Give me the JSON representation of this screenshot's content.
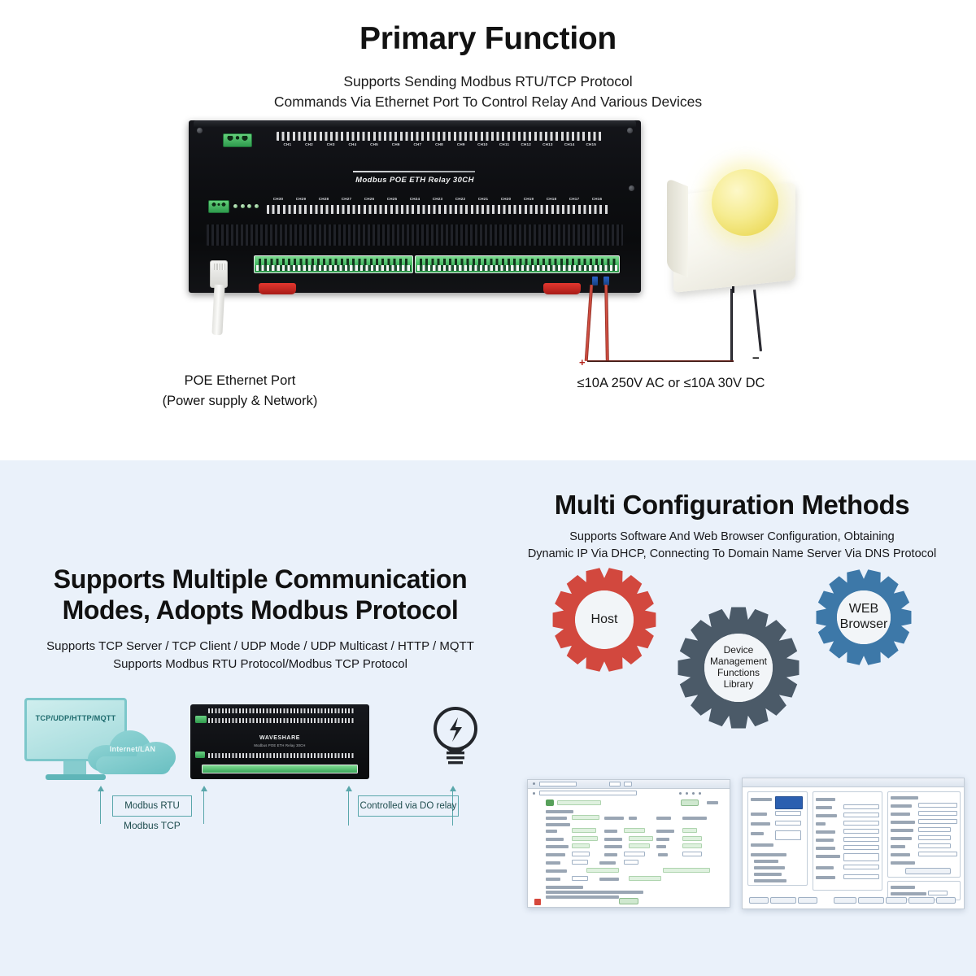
{
  "section_primary": {
    "heading": "Primary Function",
    "subtitle_line1": "Supports Sending Modbus RTU/TCP Protocol",
    "subtitle_line2": "Commands Via Ethernet Port To Control Relay And Various Devices",
    "device": {
      "silkscreen": "Modbus POE ETH Relay 30CH",
      "top_channels": [
        "CH1",
        "CH2",
        "CH3",
        "CH4",
        "CH5",
        "CH6",
        "CH7",
        "CH8",
        "CH9",
        "CH10",
        "CH11",
        "CH12",
        "CH13",
        "CH14",
        "CH15"
      ],
      "bottom_channels": [
        "CH30",
        "CH29",
        "CH28",
        "CH27",
        "CH26",
        "CH25",
        "CH24",
        "CH23",
        "CH22",
        "CH21",
        "CH20",
        "CH19",
        "CH18",
        "CH17",
        "CH16"
      ]
    },
    "callout_left_line1": "POE Ethernet Port",
    "callout_left_line2": "(Power supply & Network)",
    "callout_right": "≤10A 250V AC or ≤10A 30V DC",
    "polarity_plus": "+",
    "polarity_minus": "−"
  },
  "section_communication": {
    "heading_line1": "Supports Multiple Communication",
    "heading_line2": "Modes, Adopts Modbus Protocol",
    "subtitle_line1": "Supports TCP Server / TCP Client / UDP Mode / UDP Multicast / HTTP / MQTT",
    "subtitle_line2": "Supports Modbus RTU Protocol/Modbus TCP Protocol",
    "diagram": {
      "monitor_label": "TCP/UDP/HTTP/MQTT",
      "cloud_label": "Internet/LAN",
      "device_logo": "WAVESHARE",
      "device_sub": "Modbus POE ETH Relay 30CH",
      "link_left_boxed": "Modbus RTU",
      "link_left_plain": "Modbus TCP",
      "link_right_boxed": "Controlled via DO relay"
    }
  },
  "section_configuration": {
    "heading": "Multi Configuration Methods",
    "subtitle_line1": "Supports Software And Web Browser Configuration, Obtaining",
    "subtitle_line2": "Dynamic IP Via DHCP, Connecting To Domain Name Server Via DNS Protocol",
    "gears": [
      {
        "id": "host",
        "label": "Host",
        "color": "#d2483e",
        "teeth": 14
      },
      {
        "id": "library",
        "label": "Device\nManagement\nFunctions\nLibrary",
        "color": "#4b5a68",
        "teeth": 16
      },
      {
        "id": "browser",
        "label": "WEB\nBrowser",
        "color": "#3d78a8",
        "teeth": 14
      }
    ],
    "screenshots": [
      {
        "id": "web-config",
        "name": "web-browser-configuration-page"
      },
      {
        "id": "software-config",
        "name": "software-configuration-dialog"
      }
    ]
  },
  "colors": {
    "page_top_bg": "#ffffff",
    "page_bottom_bg": "#eaf1fa",
    "gear_red": "#d2483e",
    "gear_slate": "#4b5a68",
    "gear_blue": "#3d78a8",
    "teal": "#5aa7ab",
    "bulb_yellow": "#f6ec91"
  }
}
